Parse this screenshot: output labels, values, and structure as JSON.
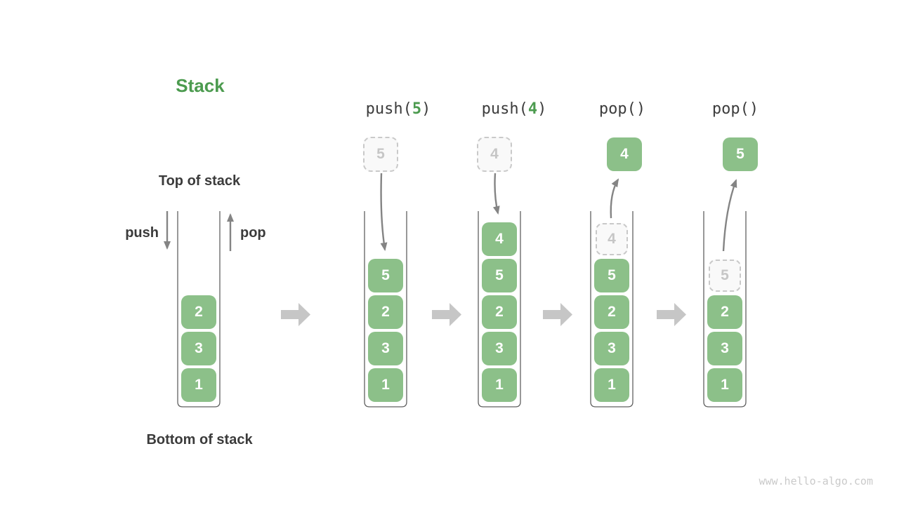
{
  "title": "Stack",
  "labels": {
    "top": "Top of stack",
    "bottom": "Bottom of stack",
    "push": "push",
    "pop": "pop"
  },
  "operations": [
    {
      "prefix": "push(",
      "arg": "5",
      "suffix": ")"
    },
    {
      "prefix": "push(",
      "arg": "4",
      "suffix": ")"
    },
    {
      "prefix": "pop()",
      "arg": "",
      "suffix": ""
    },
    {
      "prefix": "pop()",
      "arg": "",
      "suffix": ""
    }
  ],
  "stacks": [
    {
      "boxes": [
        "2",
        "3",
        "1"
      ]
    },
    {
      "incoming": "5",
      "boxes": [
        "5",
        "2",
        "3",
        "1"
      ]
    },
    {
      "incoming": "4",
      "boxes": [
        "4",
        "5",
        "2",
        "3",
        "1"
      ]
    },
    {
      "ghost": "4",
      "outgoing": "4",
      "boxes": [
        "5",
        "2",
        "3",
        "1"
      ]
    },
    {
      "ghost": "5",
      "outgoing": "5",
      "boxes": [
        "2",
        "3",
        "1"
      ]
    }
  ],
  "watermark": "www.hello-algo.com",
  "colors": {
    "box_green": "#8CC089",
    "accent_green": "#4C9B4F",
    "text_dark": "#3B3B3B",
    "ghost_gray": "#C9C9C9",
    "arrow_gray": "#848484",
    "step_arrow_gray": "#C6C6C6"
  }
}
